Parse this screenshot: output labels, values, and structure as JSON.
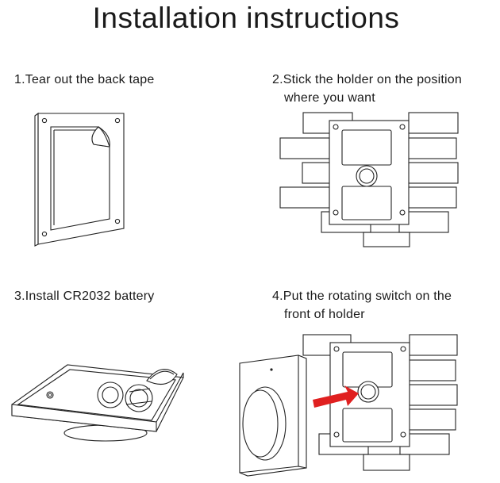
{
  "title": "Installation instructions",
  "steps": [
    {
      "line1": "1.Tear out the back tape",
      "line2": ""
    },
    {
      "line1": "2.Stick the holder on the position",
      "line2": "where you want"
    },
    {
      "line1": "3.Install CR2032 battery",
      "line2": ""
    },
    {
      "line1": "4.Put the rotating switch on the",
      "line2": "front of holder"
    }
  ],
  "colors": {
    "line": "#222222",
    "arrow": "#e02020",
    "background": "#ffffff"
  }
}
